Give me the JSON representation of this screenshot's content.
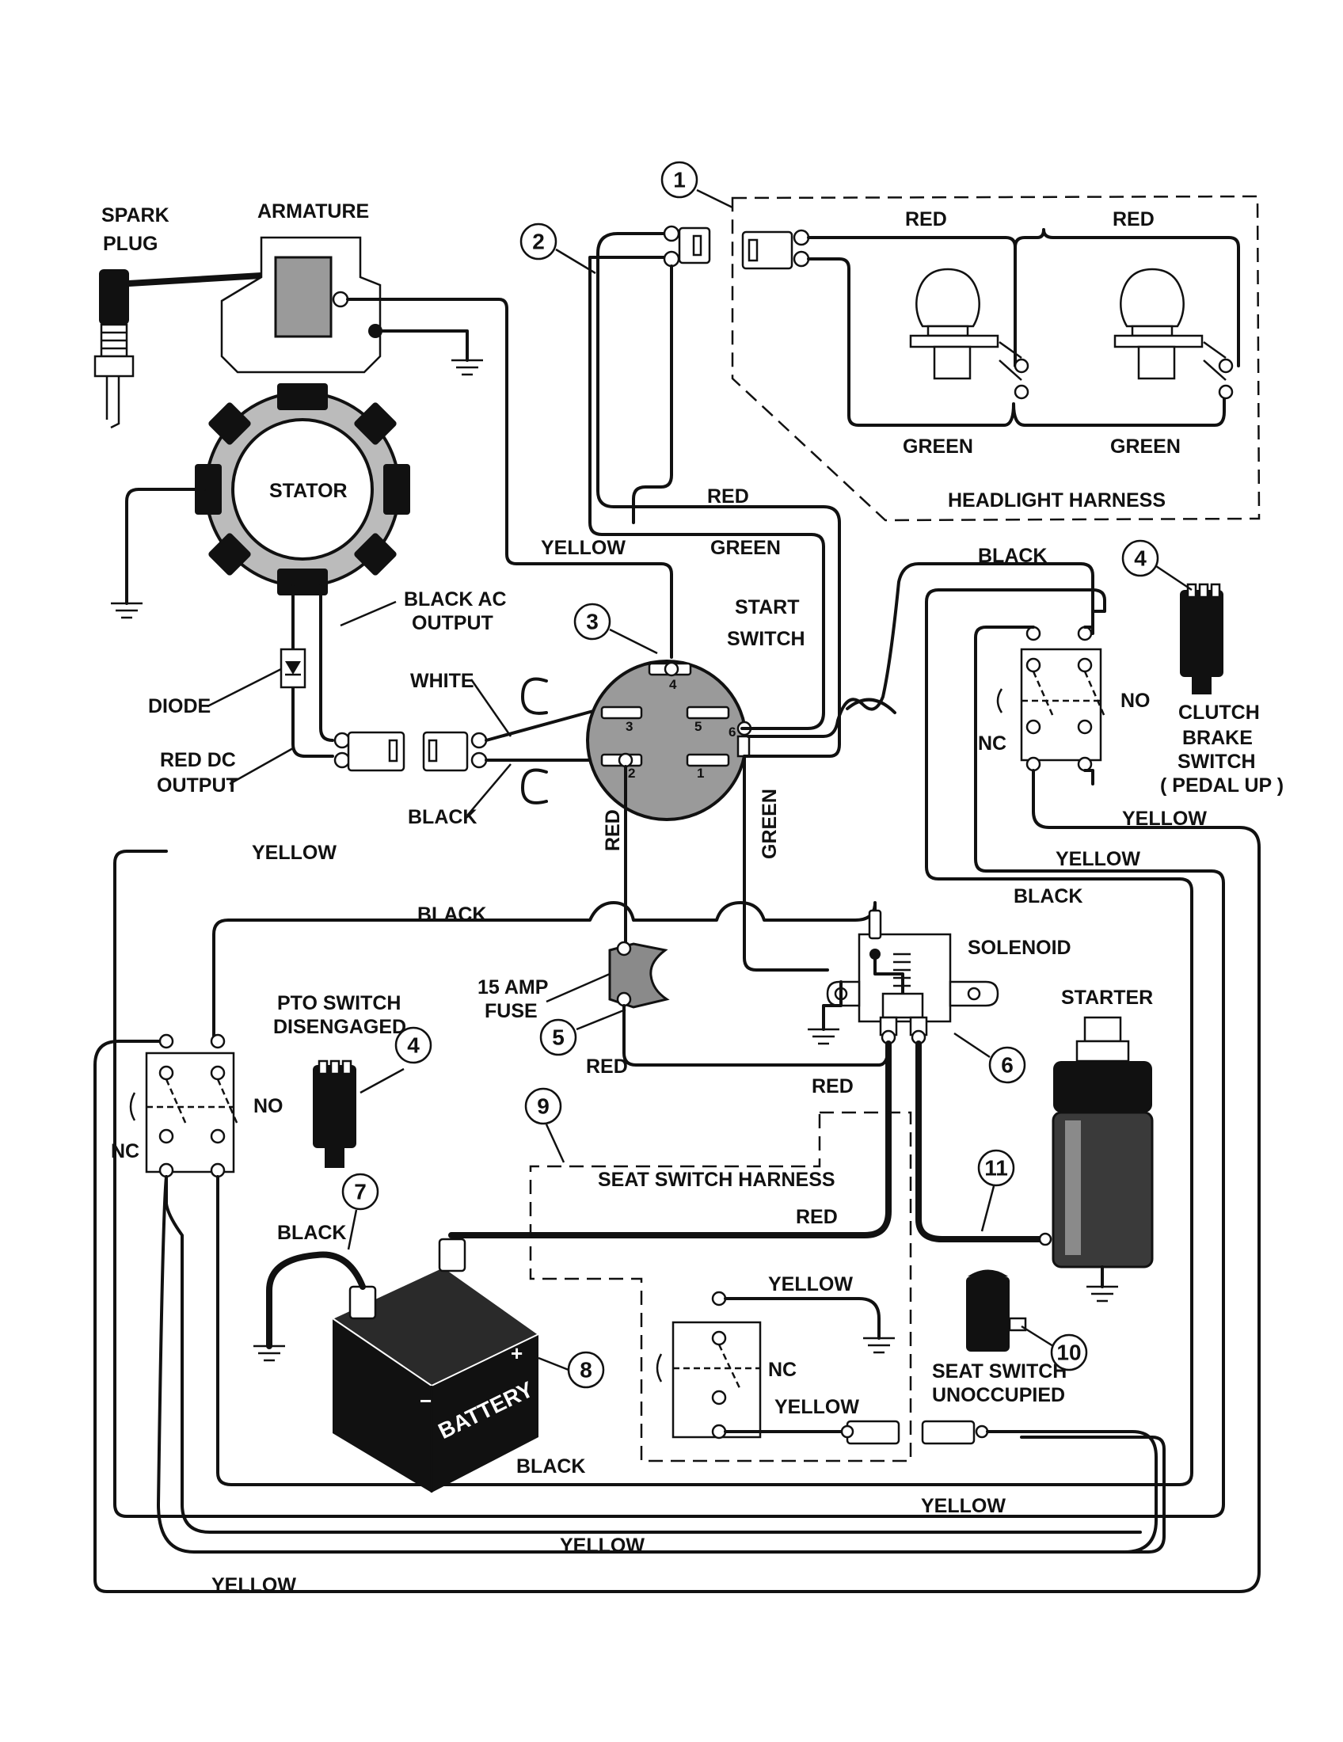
{
  "labels": {
    "spark_plug_1": "SPARK",
    "spark_plug_2": "PLUG",
    "armature": "ARMATURE",
    "stator": "STATOR",
    "black_ac_1": "BLACK AC",
    "black_ac_2": "OUTPUT",
    "diode": "DIODE",
    "red_dc_1": "RED DC",
    "red_dc_2": "OUTPUT",
    "white": "WHITE",
    "black_plug": "BLACK",
    "yellow_armature": "YELLOW",
    "red_hl_wire": "RED",
    "green_hl_wire": "GREEN",
    "red_hl1": "RED",
    "red_hl2": "RED",
    "green_hl1": "GREEN",
    "green_hl2": "GREEN",
    "headlight_harness": "HEADLIGHT HARNESS",
    "start_1": "START",
    "start_2": "SWITCH",
    "black_top": "BLACK",
    "clutch_1": "CLUTCH",
    "clutch_2": "BRAKE",
    "clutch_3": "SWITCH",
    "clutch_4": "( PEDAL UP )",
    "clutch_no": "NO",
    "clutch_nc": "NC",
    "yellow_right1": "YELLOW",
    "yellow_right2": "YELLOW",
    "black_right": "BLACK",
    "red_vert": "RED",
    "green_vert": "GREEN",
    "yellow_left": "YELLOW",
    "black_mid": "BLACK",
    "fuse_1": "15 AMP",
    "fuse_2": "FUSE",
    "red_fuse": "RED",
    "solenoid": "SOLENOID",
    "starter": "STARTER",
    "red_sol": "RED",
    "pto_1": "PTO SWITCH",
    "pto_2": "DISENGAGED",
    "pto_no": "NO",
    "pto_nc": "NC",
    "seat_harness": "SEAT SWITCH HARNESS",
    "red_batt": "RED",
    "black_batt": "BLACK",
    "battery": "BATTERY",
    "yellow_seat1": "YELLOW",
    "seat_nc": "NC",
    "yellow_seat2": "YELLOW",
    "seat_sw_1": "SEAT SWITCH",
    "seat_sw_2": "UNOCCUPIED",
    "black_bottom": "BLACK",
    "yellow_bottom1": "YELLOW",
    "yellow_bottom2": "YELLOW",
    "yellow_bottom3": "YELLOW",
    "term_1": "1",
    "term_2": "2",
    "term_3": "3",
    "term_4": "4",
    "term_5": "5",
    "term_6": "6"
  },
  "callouts": {
    "c1": "1",
    "c2": "2",
    "c3": "3",
    "c4a": "4",
    "c4b": "4",
    "c5": "5",
    "c6": "6",
    "c7": "7",
    "c8": "8",
    "c9": "9",
    "c10": "10",
    "c11": "11"
  }
}
